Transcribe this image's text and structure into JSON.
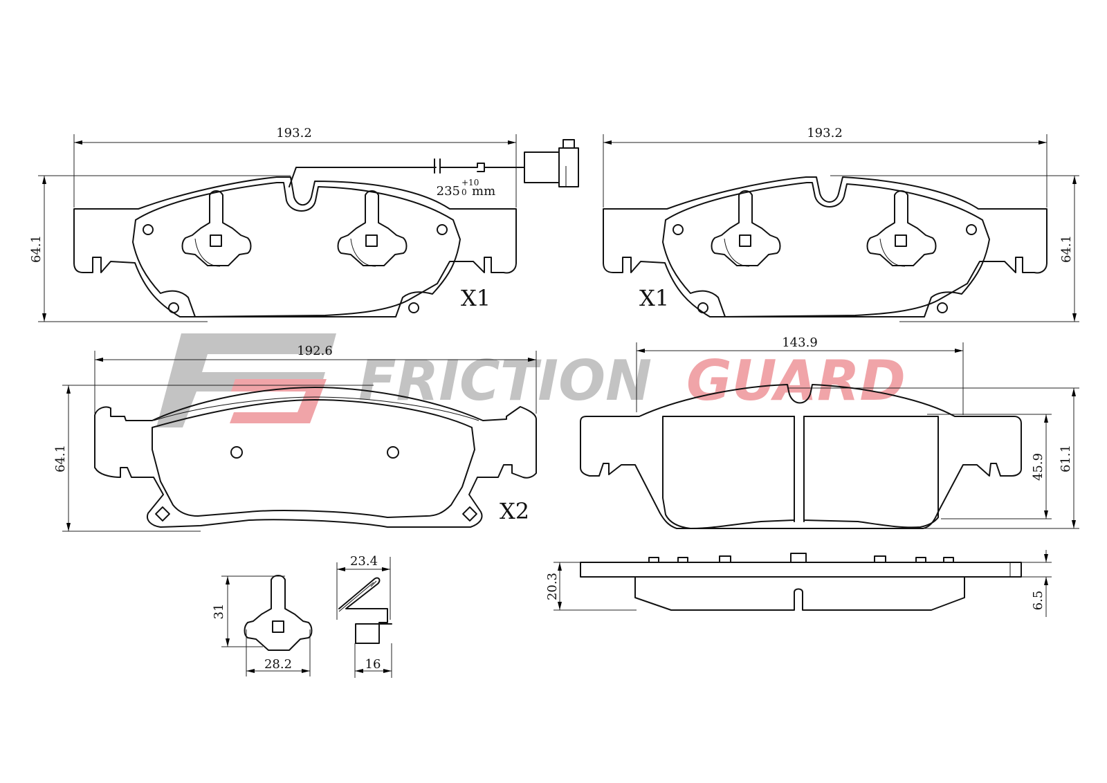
{
  "watermark": {
    "monogram": "FG",
    "brand_part1": "FRICTION",
    "brand_part2": "GUARD",
    "grey": "#c3c3c3",
    "red": "#f0a4a8"
  },
  "pad_top_left": {
    "width": "193.2",
    "height": "64.1",
    "quantity": "X1",
    "sensor_length": "235",
    "sensor_tol_upper": "+10",
    "sensor_tol_lower": "0",
    "sensor_unit": "mm"
  },
  "pad_top_right": {
    "width": "193.2",
    "height": "64.1",
    "quantity": "X1"
  },
  "pad_mid_left": {
    "width": "192.6",
    "height": "64.1",
    "quantity": "X2"
  },
  "pad_mid_right": {
    "width": "143.9",
    "height_inner": "45.9",
    "height_outer": "61.1"
  },
  "side_view": {
    "total_thickness": "20.3",
    "plate_thickness": "6.5"
  },
  "clip_detail": {
    "height": "31",
    "width": "28.2"
  },
  "spring_detail": {
    "width": "23.4",
    "base_width": "16"
  }
}
